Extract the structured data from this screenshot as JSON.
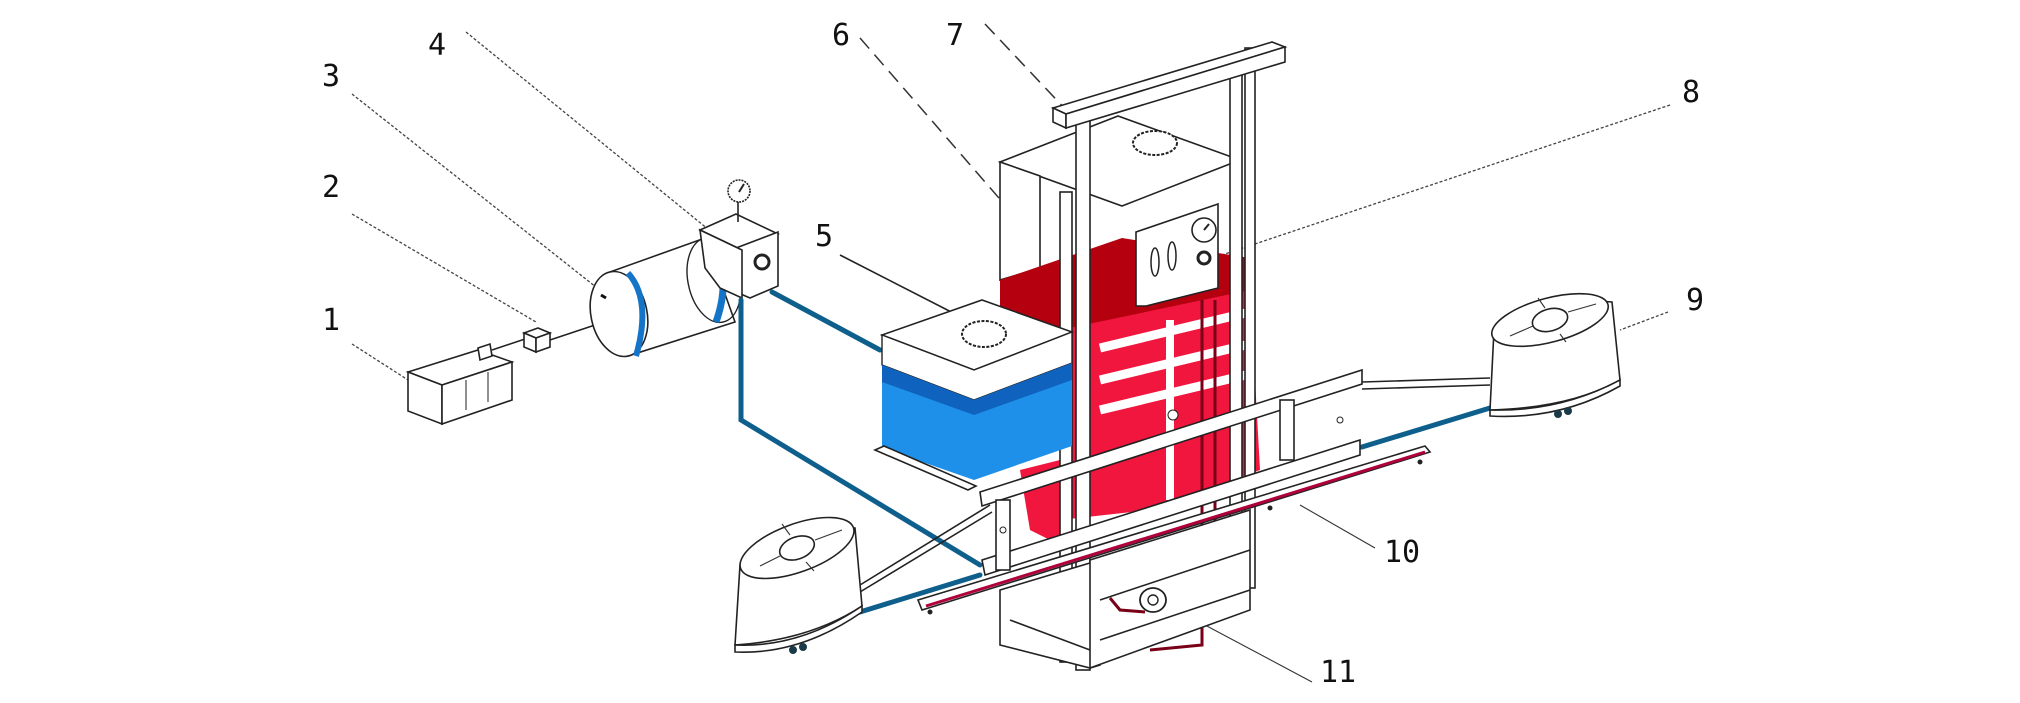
{
  "figure": {
    "type": "isometric equipment schematic",
    "colors": {
      "water_tank_blue": "#1e90ea",
      "water_tank_blue_dark": "#0f62bd",
      "chemical_tank_red": "#f0163e",
      "chemical_tank_red_dark": "#b4000f",
      "pipe_blue": "#0e5f8c",
      "pipe_red": "#7a0018",
      "line": "#222222"
    },
    "callouts": [
      {
        "id": "1",
        "label": "1",
        "target": "power-box"
      },
      {
        "id": "2",
        "label": "2",
        "target": "coupling"
      },
      {
        "id": "3",
        "label": "3",
        "target": "cylinder-tank"
      },
      {
        "id": "4",
        "label": "4",
        "target": "valve-block-with-gauge"
      },
      {
        "id": "5",
        "label": "5",
        "target": "blue-water-tank"
      },
      {
        "id": "6",
        "label": "6",
        "target": "upper-tank"
      },
      {
        "id": "7",
        "label": "7",
        "target": "top-frame-beam"
      },
      {
        "id": "8",
        "label": "8",
        "target": "control-panel"
      },
      {
        "id": "9",
        "label": "9",
        "target": "right-fan-unit"
      },
      {
        "id": "10",
        "label": "10",
        "target": "spray-bar"
      },
      {
        "id": "11",
        "label": "11",
        "target": "pump"
      }
    ]
  }
}
